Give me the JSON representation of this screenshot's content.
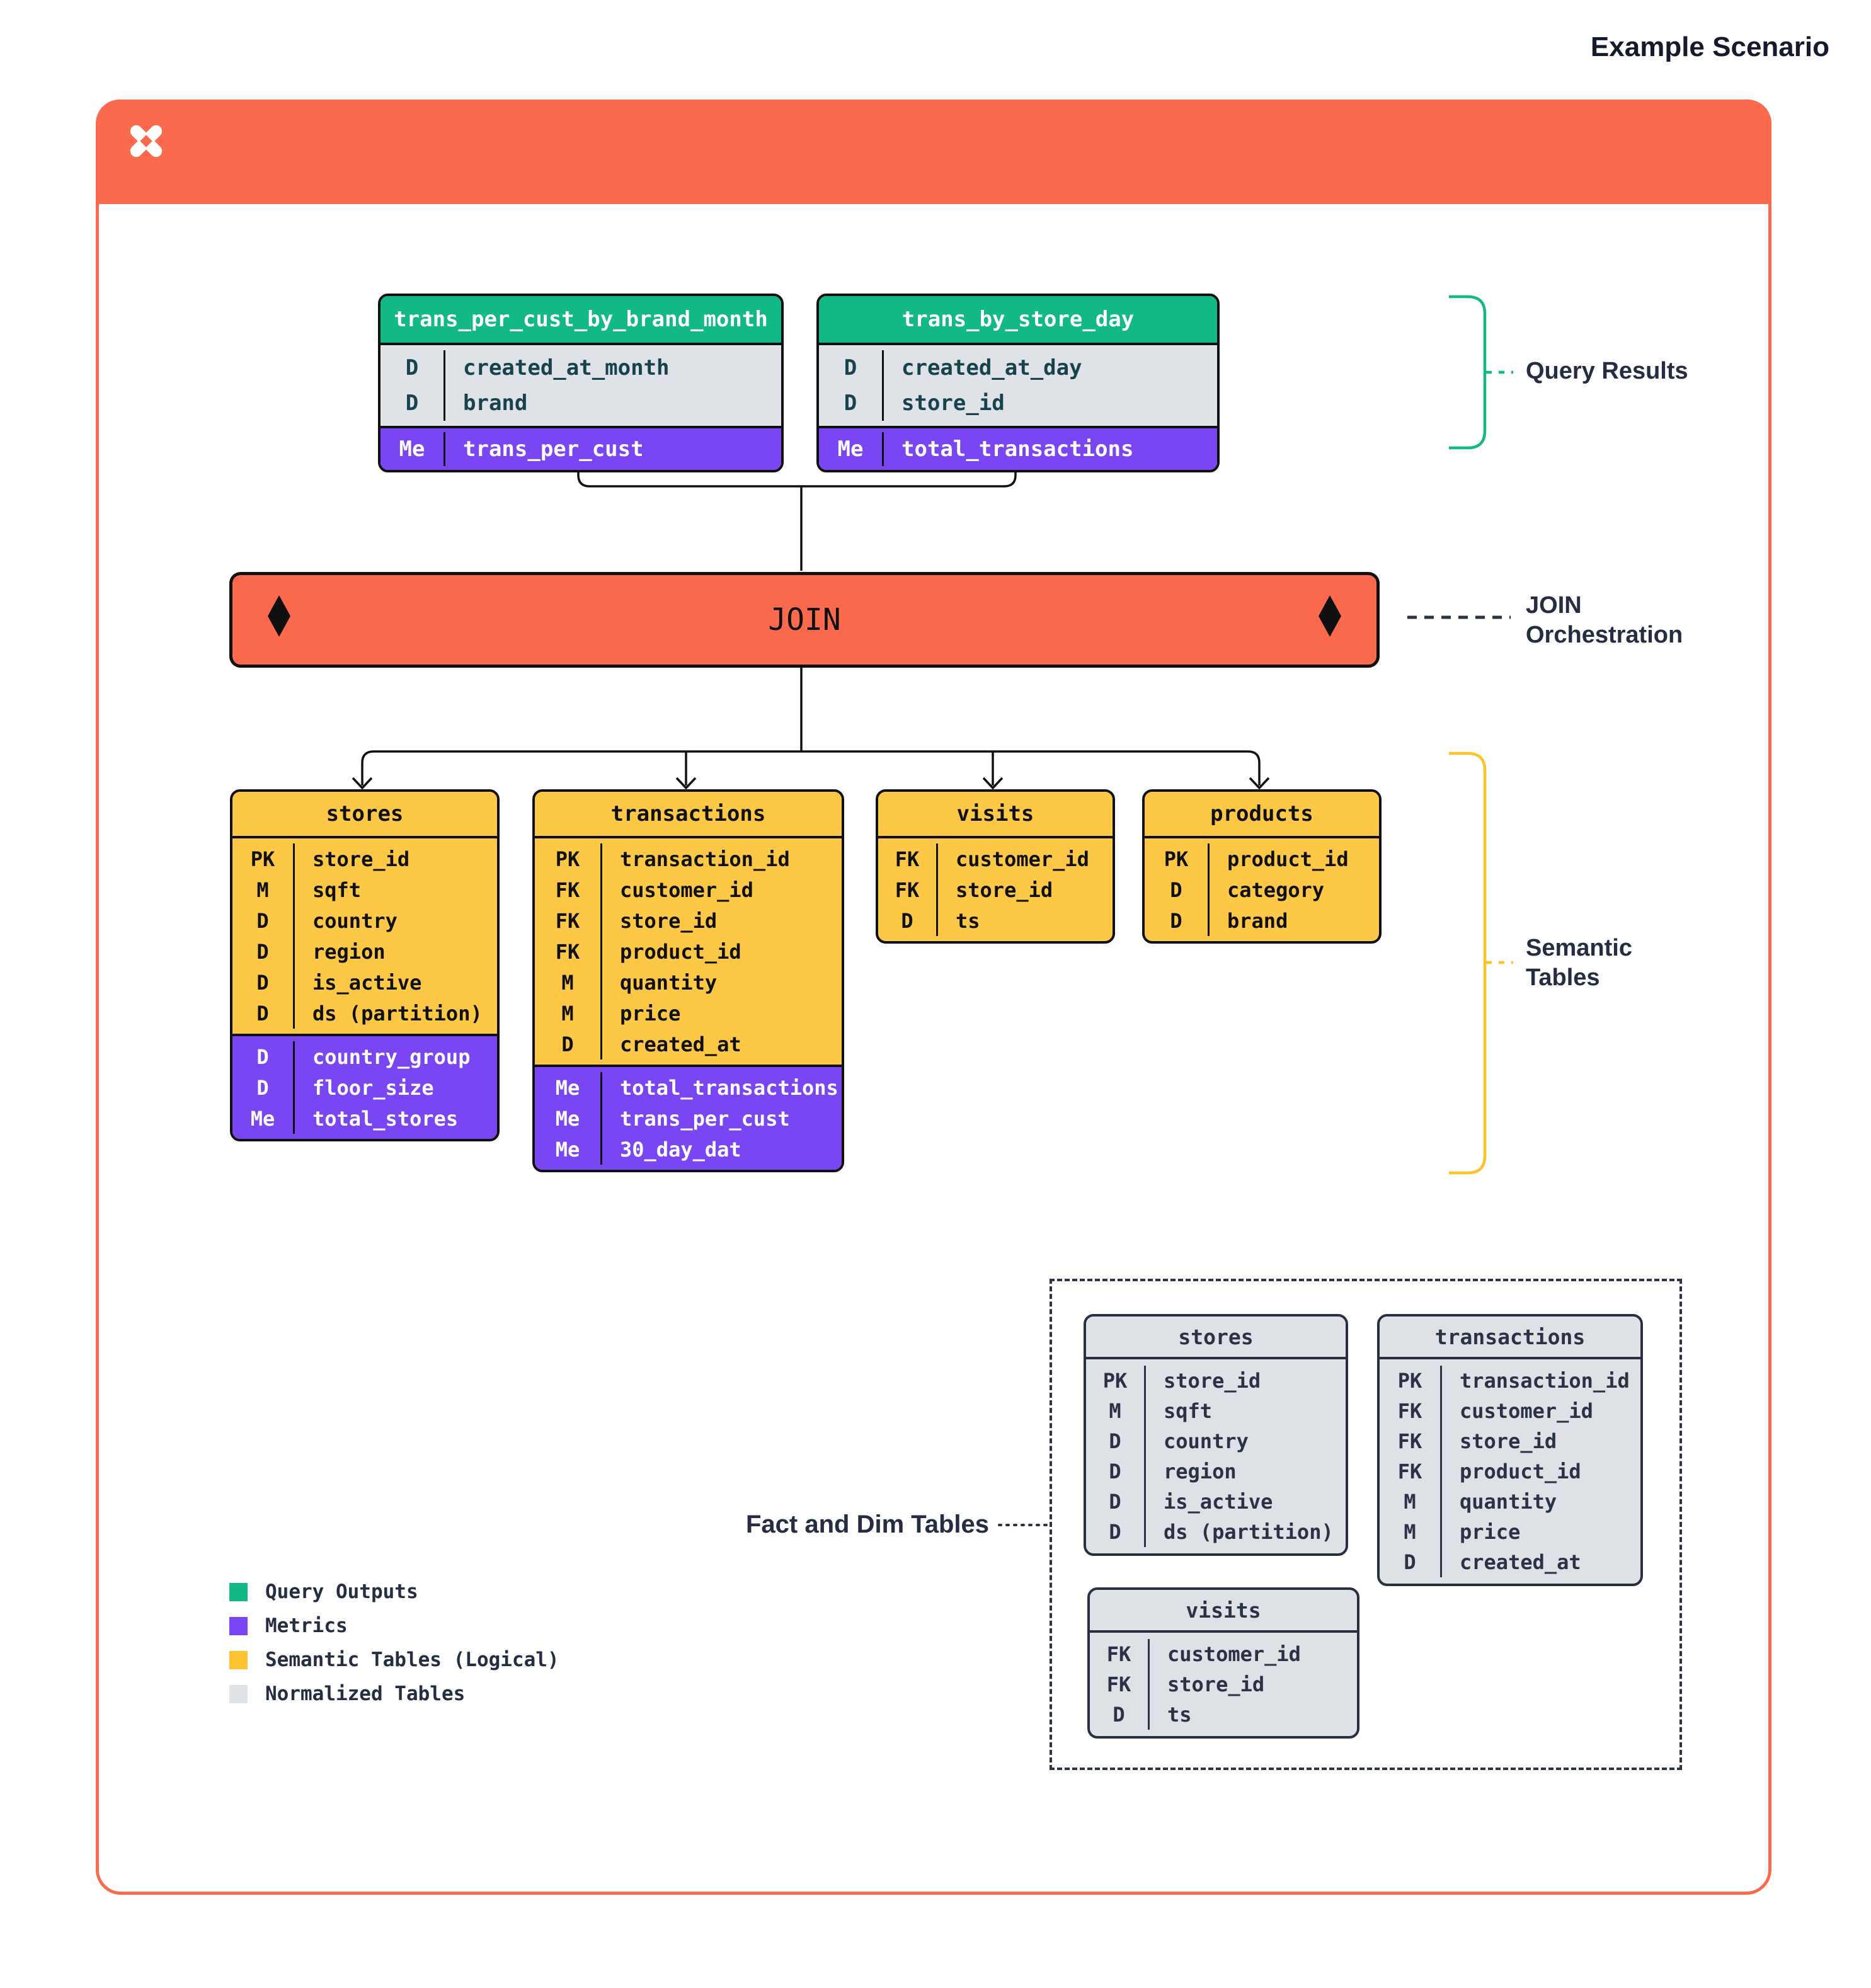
{
  "header": {
    "title": "Example Scenario",
    "logo": "pinwheel-x-logo"
  },
  "join": {
    "label": "JOIN"
  },
  "annotations": {
    "query_results": "Query Results",
    "join_orchestration_line1": "JOIN",
    "join_orchestration_line2": "Orchestration",
    "semantic_tables_line1": "Semantic",
    "semantic_tables_line2": "Tables",
    "fact_dim": "Fact and Dim Tables"
  },
  "query_tables": [
    {
      "name": "trans_per_cust_by_brand_month",
      "dims": [
        {
          "k": "D",
          "f": "created_at_month"
        },
        {
          "k": "D",
          "f": "brand"
        }
      ],
      "metrics": [
        {
          "k": "Me",
          "f": "trans_per_cust"
        }
      ]
    },
    {
      "name": "trans_by_store_day",
      "dims": [
        {
          "k": "D",
          "f": "created_at_day"
        },
        {
          "k": "D",
          "f": "store_id"
        }
      ],
      "metrics": [
        {
          "k": "Me",
          "f": "total_transactions"
        }
      ]
    }
  ],
  "semantic_tables": [
    {
      "name": "stores",
      "cols": [
        {
          "k": "PK",
          "f": "store_id"
        },
        {
          "k": "M",
          "f": "sqft"
        },
        {
          "k": "D",
          "f": "country"
        },
        {
          "k": "D",
          "f": "region"
        },
        {
          "k": "D",
          "f": "is_active"
        },
        {
          "k": "D",
          "f": "ds (partition)"
        }
      ],
      "metrics": [
        {
          "k": "D",
          "f": "country_group"
        },
        {
          "k": "D",
          "f": "floor_size"
        },
        {
          "k": "Me",
          "f": "total_stores"
        }
      ]
    },
    {
      "name": "transactions",
      "cols": [
        {
          "k": "PK",
          "f": "transaction_id"
        },
        {
          "k": "FK",
          "f": "customer_id"
        },
        {
          "k": "FK",
          "f": "store_id"
        },
        {
          "k": "FK",
          "f": "product_id"
        },
        {
          "k": "M",
          "f": "quantity"
        },
        {
          "k": "M",
          "f": "price"
        },
        {
          "k": "D",
          "f": "created_at"
        }
      ],
      "metrics": [
        {
          "k": "Me",
          "f": "total_transactions"
        },
        {
          "k": "Me",
          "f": "trans_per_cust"
        },
        {
          "k": "Me",
          "f": "30_day_dat"
        }
      ]
    },
    {
      "name": "visits",
      "cols": [
        {
          "k": "FK",
          "f": "customer_id"
        },
        {
          "k": "FK",
          "f": "store_id"
        },
        {
          "k": "D",
          "f": "ts"
        }
      ],
      "metrics": []
    },
    {
      "name": "products",
      "cols": [
        {
          "k": "PK",
          "f": "product_id"
        },
        {
          "k": "D",
          "f": "category"
        },
        {
          "k": "D",
          "f": "brand"
        }
      ],
      "metrics": []
    }
  ],
  "normalized_tables": [
    {
      "name": "stores",
      "cols": [
        {
          "k": "PK",
          "f": "store_id"
        },
        {
          "k": "M",
          "f": "sqft"
        },
        {
          "k": "D",
          "f": "country"
        },
        {
          "k": "D",
          "f": "region"
        },
        {
          "k": "D",
          "f": "is_active"
        },
        {
          "k": "D",
          "f": "ds (partition)"
        }
      ]
    },
    {
      "name": "transactions",
      "cols": [
        {
          "k": "PK",
          "f": "transaction_id"
        },
        {
          "k": "FK",
          "f": "customer_id"
        },
        {
          "k": "FK",
          "f": "store_id"
        },
        {
          "k": "FK",
          "f": "product_id"
        },
        {
          "k": "M",
          "f": "quantity"
        },
        {
          "k": "M",
          "f": "price"
        },
        {
          "k": "D",
          "f": "created_at"
        }
      ]
    },
    {
      "name": "visits",
      "cols": [
        {
          "k": "FK",
          "f": "customer_id"
        },
        {
          "k": "FK",
          "f": "store_id"
        },
        {
          "k": "D",
          "f": "ts"
        }
      ]
    }
  ],
  "legend": {
    "items": [
      {
        "label": "Query Outputs",
        "color": "#12B886"
      },
      {
        "label": "Metrics",
        "color": "#7A45F2"
      },
      {
        "label": "Semantic Tables (Logical)",
        "color": "#FCC32F"
      },
      {
        "label": "Normalized Tables",
        "color": "#DFE2E6"
      }
    ]
  },
  "colors": {
    "accent_orange": "#FC6A4E",
    "query_output_green": "#12B886",
    "metric_purple": "#7A45F2",
    "semantic_yellow": "#FCC845",
    "normalized_gray": "#DEE1E6",
    "dark_text": "#252D42",
    "line_black": "#101010"
  }
}
